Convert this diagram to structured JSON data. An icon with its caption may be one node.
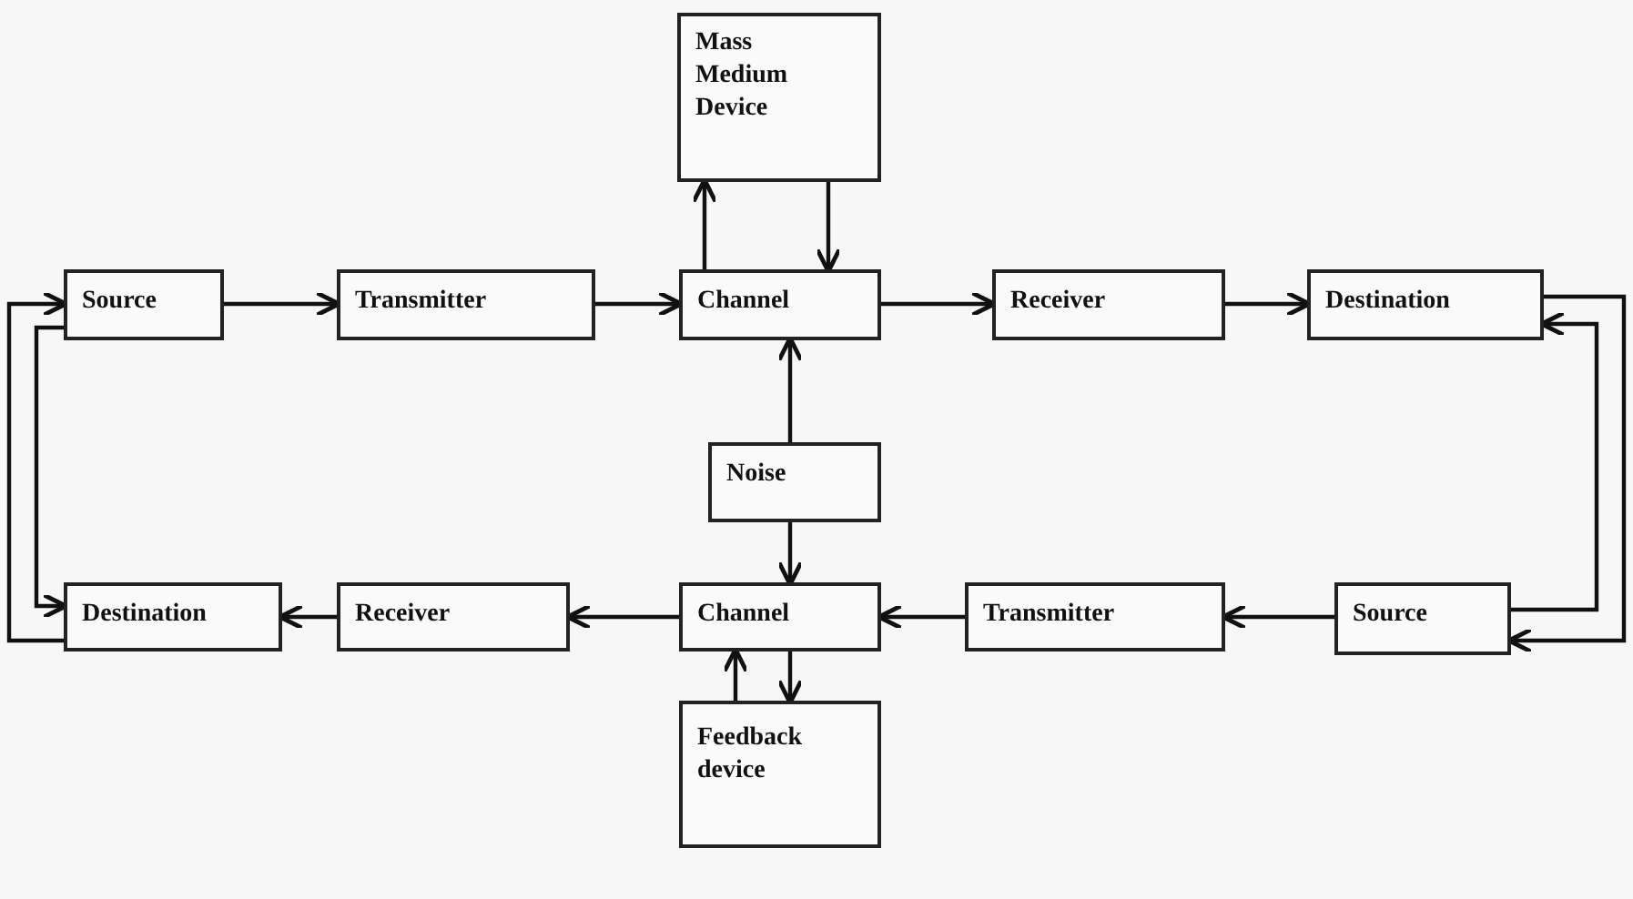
{
  "diagram": {
    "nodes": [
      {
        "text": [
          "Mass Medium Device"
        ]
      },
      {
        "text": [
          "Source"
        ]
      },
      {
        "text": [
          "Transmitter"
        ]
      },
      {
        "text": [
          "Channel"
        ]
      },
      {
        "text": [
          "Receiver"
        ]
      },
      {
        "text": [
          "Destination"
        ]
      },
      {
        "text": [
          "Noise"
        ]
      },
      {
        "text": [
          "Destination"
        ]
      },
      {
        "text": [
          "Receiver"
        ]
      },
      {
        "text": [
          "Channel"
        ]
      },
      {
        "text": [
          "Transmitter"
        ]
      },
      {
        "text": [
          "Source"
        ]
      },
      {
        "text": [
          "Feedback device"
        ]
      }
    ],
    "edges": [
      {
        "from": 1,
        "to": 2,
        "arrow": "to"
      },
      {
        "from": 2,
        "to": 3,
        "arrow": "to"
      },
      {
        "from": 3,
        "to": 4,
        "arrow": "to"
      },
      {
        "from": 4,
        "to": 5,
        "arrow": "to"
      },
      {
        "from": 3,
        "to": 0,
        "arrow": "to"
      },
      {
        "from": 0,
        "to": 3,
        "arrow": "to"
      },
      {
        "from": 6,
        "to": 3,
        "arrow": "to"
      },
      {
        "from": 6,
        "to": 9,
        "arrow": "to"
      },
      {
        "from": 9,
        "to": 8,
        "arrow": "to"
      },
      {
        "from": 8,
        "to": 7,
        "arrow": "to"
      },
      {
        "from": 11,
        "to": 10,
        "arrow": "to"
      },
      {
        "from": 10,
        "to": 9,
        "arrow": "to"
      },
      {
        "from": 12,
        "to": 9,
        "arrow": "to"
      },
      {
        "from": 9,
        "to": 12,
        "arrow": "to"
      },
      {
        "from": 5,
        "to": 11,
        "arrow": "to"
      },
      {
        "from": 11,
        "to": 5,
        "arrow": "to"
      },
      {
        "from": 1,
        "to": 7,
        "arrow": "to"
      },
      {
        "from": 7,
        "to": 1,
        "arrow": "to"
      }
    ]
  }
}
